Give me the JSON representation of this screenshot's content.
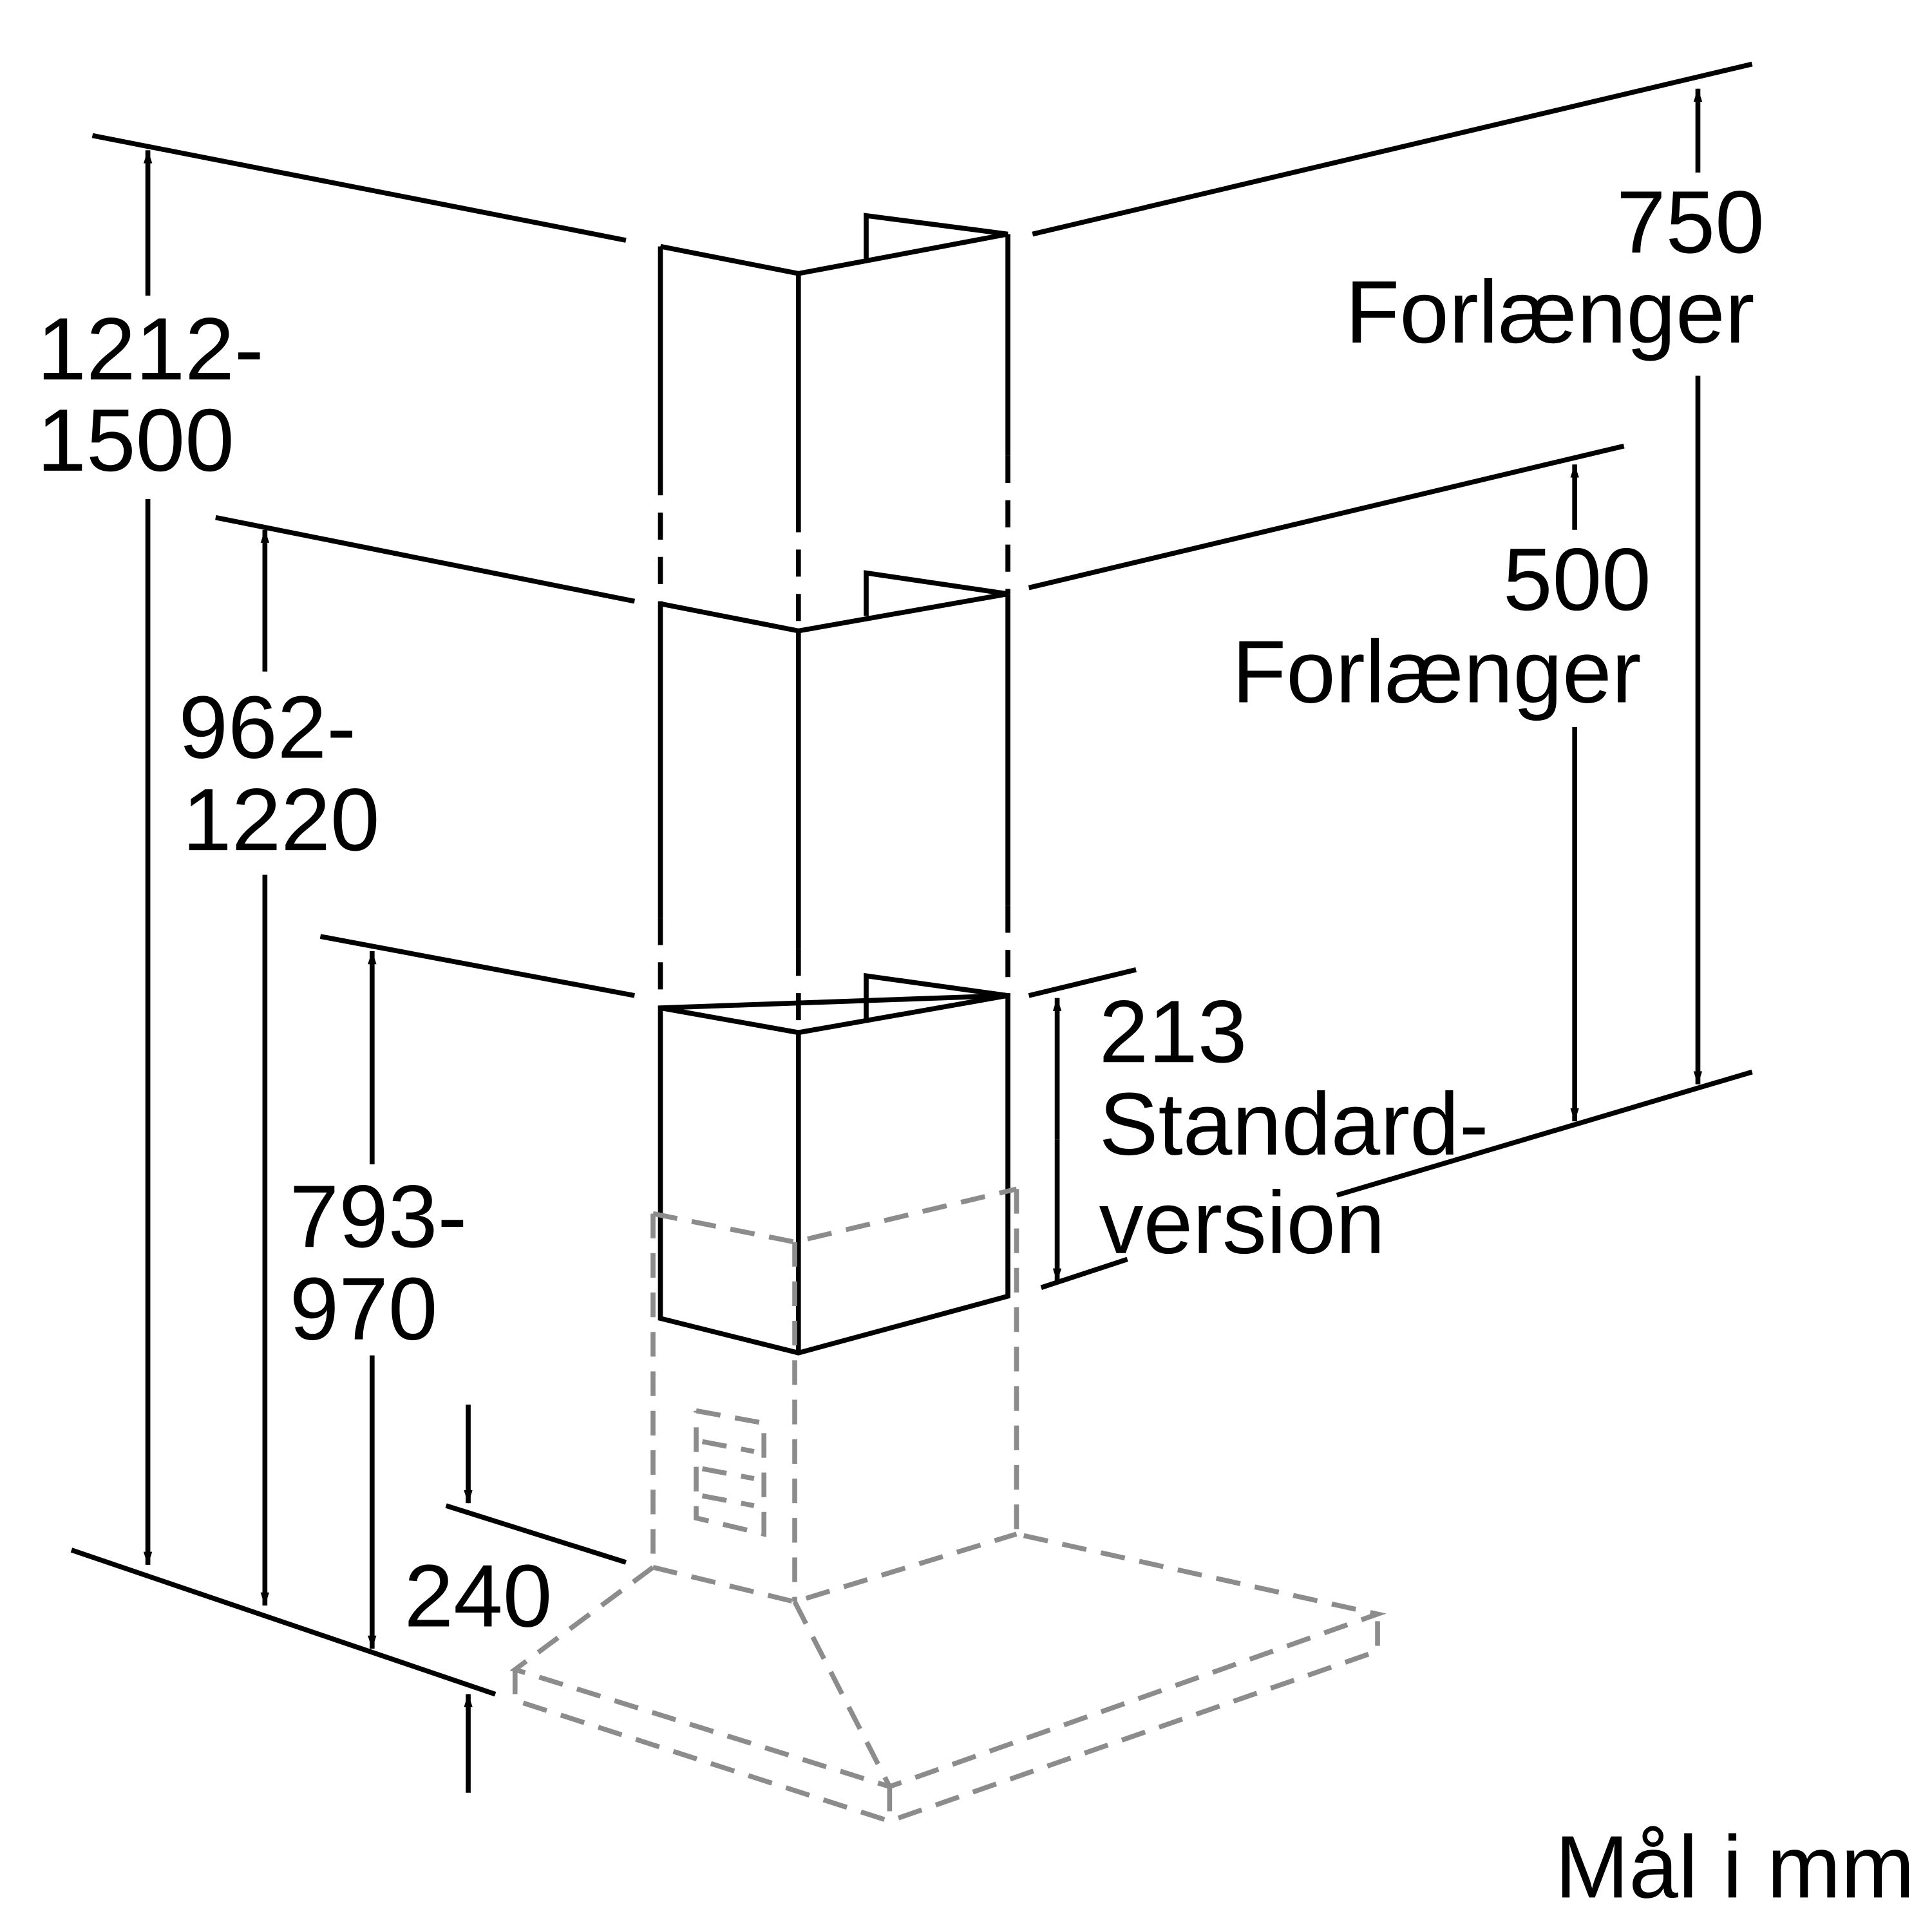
{
  "dimensions": {
    "total_height": {
      "line1": "1212-",
      "line2": "1500"
    },
    "mid_height": {
      "line1": "962-",
      "line2": "1220"
    },
    "standard_height": {
      "line1": "793-",
      "line2": "970"
    },
    "hood_height": "240",
    "extension_750": {
      "value": "750",
      "label": "Forlænger"
    },
    "extension_500": {
      "value": "500",
      "label": "Forlænger"
    },
    "standard_chimney": {
      "value": "213",
      "label1": "Standard-",
      "label2": "version"
    }
  },
  "units_note": "Mål i mm"
}
